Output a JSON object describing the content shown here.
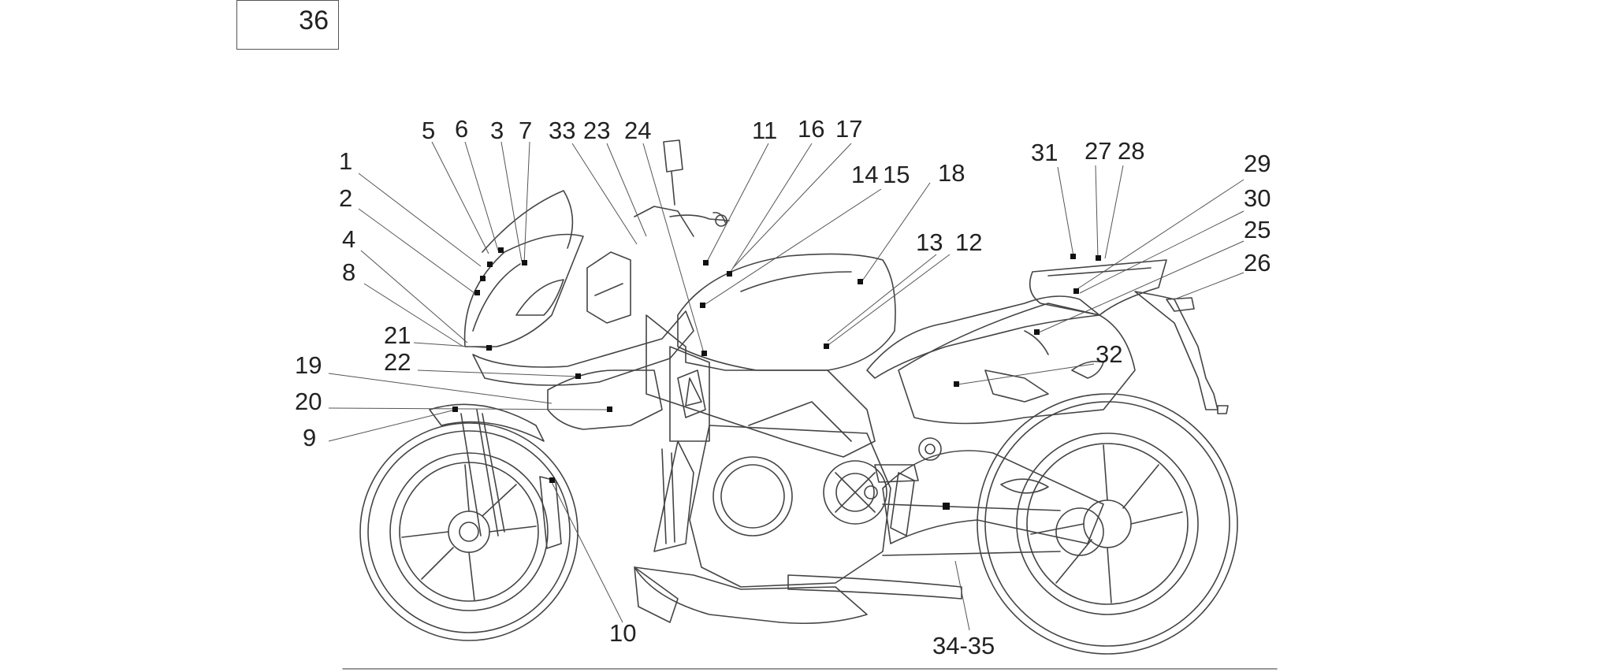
{
  "reference_box": "36",
  "callouts": [
    {
      "id": "c1",
      "text": "1"
    },
    {
      "id": "c2",
      "text": "2"
    },
    {
      "id": "c4",
      "text": "4"
    },
    {
      "id": "c8",
      "text": "8"
    },
    {
      "id": "c5",
      "text": "5"
    },
    {
      "id": "c6",
      "text": "6"
    },
    {
      "id": "c3",
      "text": "3"
    },
    {
      "id": "c7",
      "text": "7"
    },
    {
      "id": "c33",
      "text": "33"
    },
    {
      "id": "c23",
      "text": "23"
    },
    {
      "id": "c24",
      "text": "24"
    },
    {
      "id": "c11",
      "text": "11"
    },
    {
      "id": "c16",
      "text": "16"
    },
    {
      "id": "c17",
      "text": "17"
    },
    {
      "id": "c14",
      "text": "14"
    },
    {
      "id": "c15",
      "text": "15"
    },
    {
      "id": "c18",
      "text": "18"
    },
    {
      "id": "c13",
      "text": "13"
    },
    {
      "id": "c12",
      "text": "12"
    },
    {
      "id": "c31",
      "text": "31"
    },
    {
      "id": "c27",
      "text": "27"
    },
    {
      "id": "c28",
      "text": "28"
    },
    {
      "id": "c29",
      "text": "29"
    },
    {
      "id": "c30",
      "text": "30"
    },
    {
      "id": "c25",
      "text": "25"
    },
    {
      "id": "c26",
      "text": "26"
    },
    {
      "id": "c32",
      "text": "32"
    },
    {
      "id": "c21",
      "text": "21"
    },
    {
      "id": "c22",
      "text": "22"
    },
    {
      "id": "c19",
      "text": "19"
    },
    {
      "id": "c20",
      "text": "20"
    },
    {
      "id": "c9",
      "text": "9"
    },
    {
      "id": "c10",
      "text": "10"
    },
    {
      "id": "c3435",
      "text": "34-35"
    }
  ]
}
